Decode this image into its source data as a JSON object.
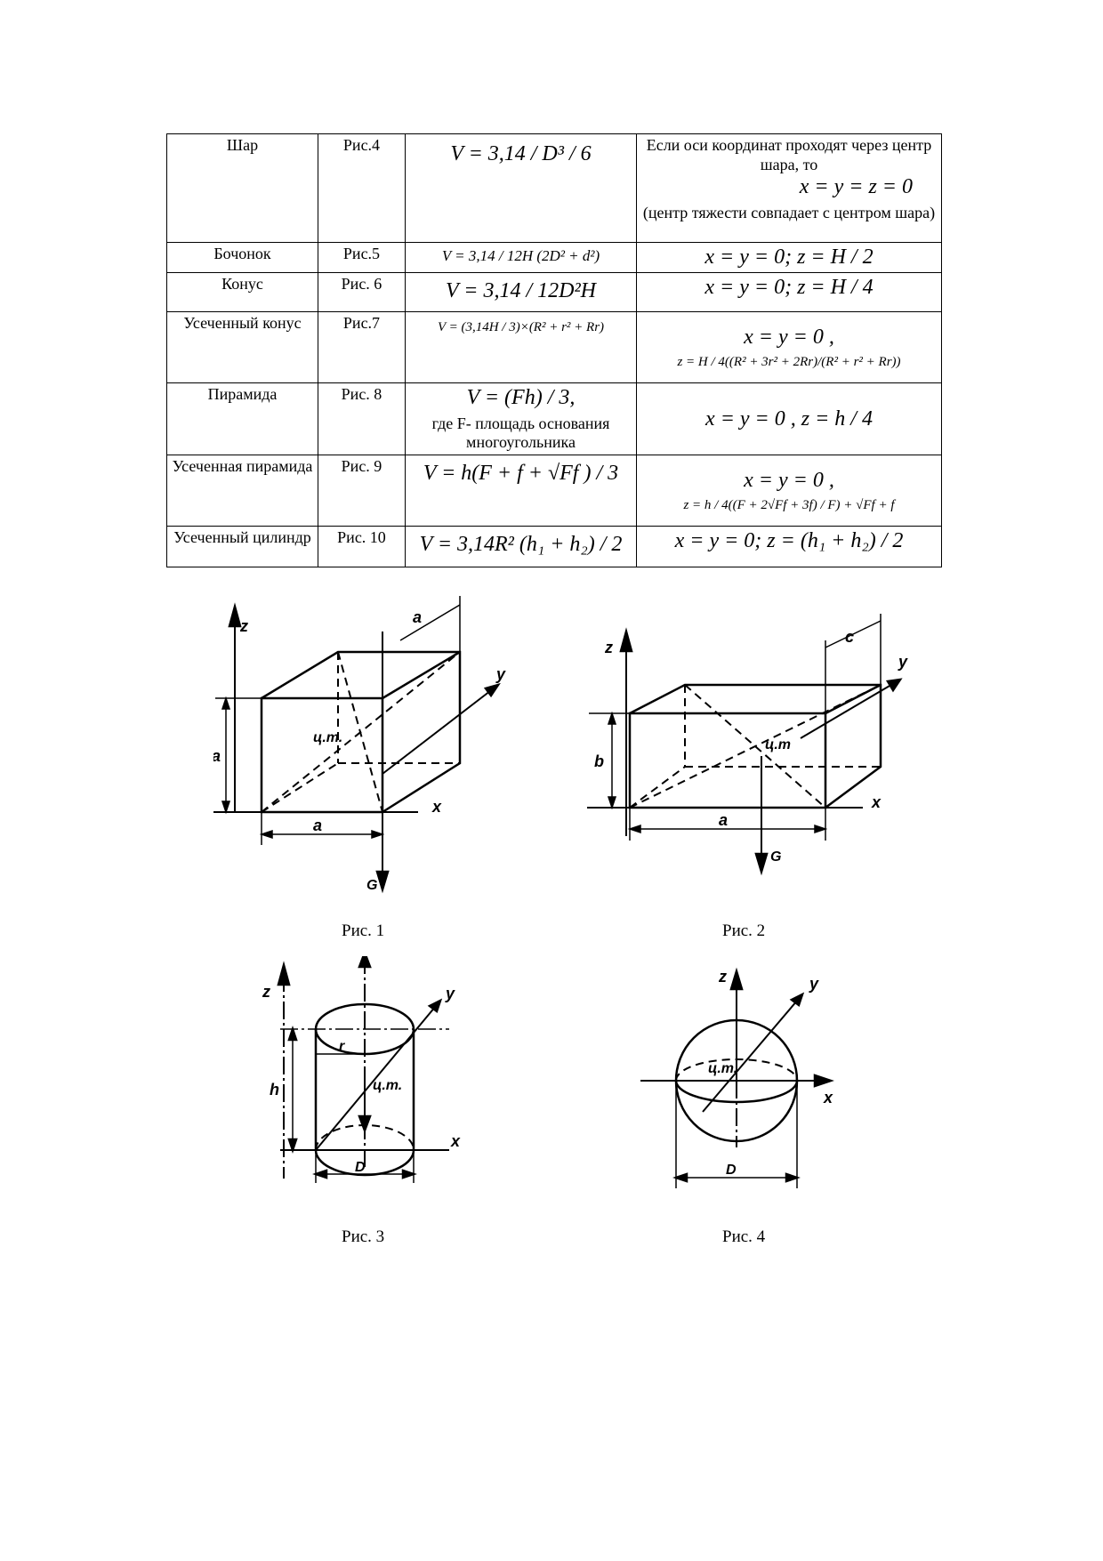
{
  "rows": [
    {
      "name": "Шар",
      "fig": "Рис.4",
      "volume": "V = 3,14 / D³ / 6",
      "center_text": "Если оси координат проходят через центр шара, то",
      "center_formula": "x = y = z = 0",
      "center_note": "(центр тяжести совпадает с центром шара)"
    },
    {
      "name": "Бочонок",
      "fig": "Рис.5",
      "volume": "V = 3,14 / 12H (2D² + d²)",
      "center_formula": "x = y = 0; z = H / 2"
    },
    {
      "name": "Конус",
      "fig": "Рис. 6",
      "volume": "V = 3,14 / 12D²H",
      "center_formula": "x = y = 0; z = H / 4"
    },
    {
      "name": "Усеченный конус",
      "fig": "Рис.7",
      "volume": "V = (3,14H / 3)×(R² + r² + Rr)",
      "center_formula": "x = y = 0 ,",
      "center_formula2": "z = H / 4((R² + 3r² + 2Rr)/(R² + r² + Rr))"
    },
    {
      "name": "Пирамида",
      "fig": "Рис. 8",
      "volume": "V = (Fh) / 3,",
      "volume_note": "где F- площадь основания многоугольника",
      "center_formula": "x = y = 0 , z = h / 4"
    },
    {
      "name": "Усеченная пирамида",
      "fig": "Рис. 9",
      "volume": "V = h(F + f + √Ff ) / 3",
      "center_formula": "x = y = 0 ,",
      "center_formula2": "z = h / 4((F + 2√Ff + 3f) / F) + √Ff + f"
    },
    {
      "name": "Усеченный цилиндр",
      "fig": "Рис. 10",
      "volume": "V = 3,14R² (h₁ + h₂) / 2",
      "center_formula": "x = y = 0; z = (h₁ + h₂) / 2"
    }
  ],
  "figures": {
    "fig1": {
      "caption": "Рис. 1",
      "labels": {
        "z": "z",
        "y": "y",
        "x": "x",
        "a_top": "a",
        "a_side": "a",
        "a_bottom": "a",
        "ct": "ц.т.",
        "g": "G"
      }
    },
    "fig2": {
      "caption": "Рис. 2",
      "labels": {
        "z": "z",
        "y": "y",
        "x": "x",
        "c": "c",
        "b": "b",
        "a": "a",
        "ct": "ц.т",
        "g": "G"
      }
    },
    "fig3": {
      "caption": "Рис. 3",
      "labels": {
        "z": "z",
        "y": "y",
        "x": "x",
        "r": "r",
        "h": "h",
        "ct": "ц.т.",
        "d": "D"
      }
    },
    "fig4": {
      "caption": "Рис. 4",
      "labels": {
        "z": "z",
        "y": "y",
        "x": "x",
        "ct": "ц.т.",
        "d": "D"
      }
    }
  }
}
